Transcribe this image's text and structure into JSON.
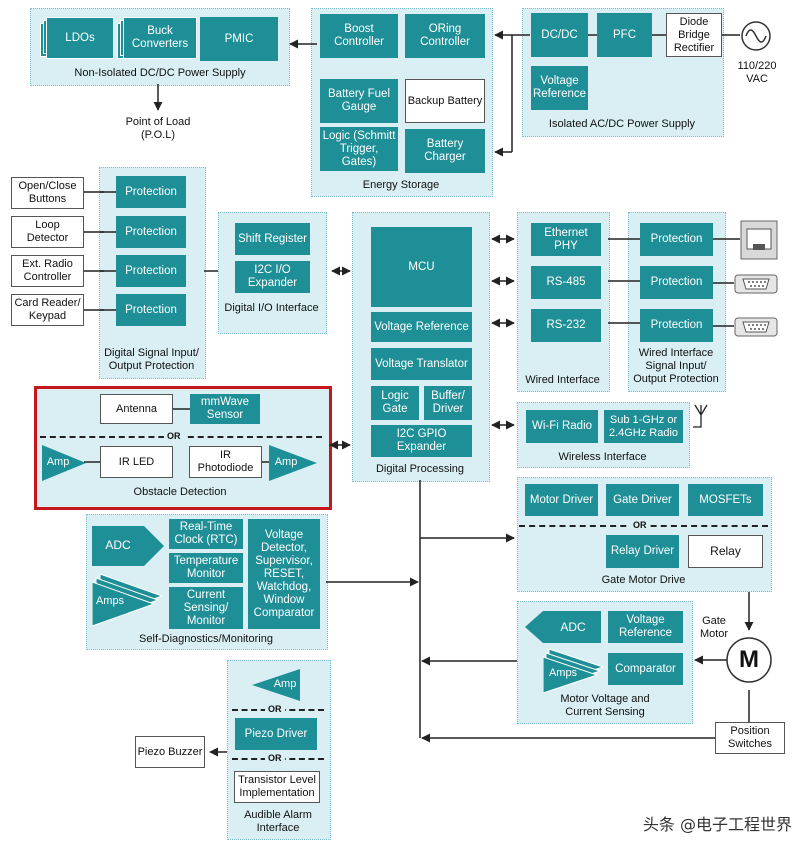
{
  "power": {
    "nonisolated": {
      "title": "Non-Isolated DC/DC Power Supply",
      "ldos": "LDOs",
      "buck": "Buck Converters",
      "pmic": "PMIC"
    },
    "pol": "Point of Load (P.O.L)",
    "energy": {
      "title": "Energy Storage",
      "boost": "Boost Controller",
      "oring": "ORing Controller",
      "fuel": "Battery Fuel Gauge",
      "backup": "Backup Battery",
      "logic": "Logic (Schmitt Trigger, Gates)",
      "charger": "Battery Charger"
    },
    "isolated": {
      "title": "Isolated AC/DC Power Supply",
      "dcdc": "DC/DC",
      "pfc": "PFC",
      "diode": "Diode Bridge Rectifier",
      "vref": "Voltage Reference"
    },
    "vac": "110/220 VAC"
  },
  "inputs": {
    "open_close": "Open/Close Buttons",
    "loop": "Loop Detector",
    "radio": "Ext. Radio Controller",
    "card": "Card Reader/ Keypad"
  },
  "dsp": {
    "title": "Digital Signal Input/ Output Protection",
    "protection": "Protection"
  },
  "dio": {
    "title": "Digital I/O Interface",
    "shift": "Shift Register",
    "i2c": "I2C I/O Expander"
  },
  "digital": {
    "title": "Digital Processing",
    "mcu": "MCU",
    "vref": "Voltage Reference",
    "vtrans": "Voltage Translator",
    "logic": "Logic Gate",
    "buffer": "Buffer/ Driver",
    "gpio": "I2C GPIO Expander"
  },
  "wired": {
    "title": "Wired Interface",
    "eth": "Ethernet PHY",
    "rs485": "RS-485",
    "rs232": "RS-232"
  },
  "wiredprot": {
    "title": "Wired Interface Signal Input/ Output Protection",
    "protection": "Protection"
  },
  "wireless": {
    "title": "Wireless Interface",
    "wifi": "Wi-Fi Radio",
    "sub": "Sub 1-GHz or 2.4GHz Radio"
  },
  "obstacle": {
    "title": "Obstacle Detection",
    "antenna": "Antenna",
    "mmwave": "mmWave Sensor",
    "or": "OR",
    "amp": "Amp",
    "irled": "IR LED",
    "irpd": "IR Photodiode"
  },
  "selfdiag": {
    "title": "Self-Diagnostics/Monitoring",
    "adc": "ADC",
    "amps": "Amps",
    "rtc": "Real-Time Clock (RTC)",
    "temp": "Temperature Monitor",
    "current": "Current Sensing/ Monitor",
    "vdet": "Voltage Detector, Supervisor, RESET, Watchdog, Window Comparator"
  },
  "gate": {
    "title": "Gate Motor Drive",
    "motor": "Motor Driver",
    "gated": "Gate Driver",
    "mosfets": "MOSFETs",
    "or": "OR",
    "relayd": "Relay Driver",
    "relay": "Relay"
  },
  "gate_motor": "Gate Motor",
  "motor_symbol": "M",
  "mvs": {
    "title": "Motor Voltage and Current Sensing",
    "adc": "ADC",
    "vref": "Voltage Reference",
    "amps": "Amps",
    "comp": "Comparator"
  },
  "position": "Position Switches",
  "alarm": {
    "title": "Audible Alarm Interface",
    "amp": "Amp",
    "or": "OR",
    "piezo_driver": "Piezo Driver",
    "transistor": "Transistor Level Implementation"
  },
  "piezo": "Piezo Buzzer",
  "watermark": "头条 @电子工程世界",
  "colors": {
    "box": "#1e8f96",
    "group": "#d9eff3",
    "highlight": "#c8161d"
  },
  "icons": [
    "ac-source-icon",
    "ethernet-port-icon",
    "db9-connector-icon",
    "antenna-icon"
  ]
}
